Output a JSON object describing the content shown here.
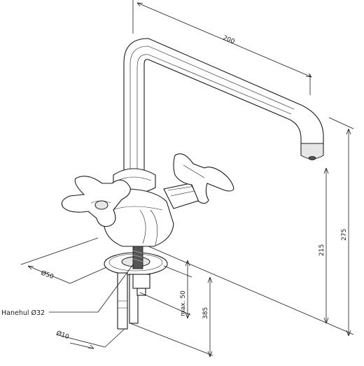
{
  "dimensions": {
    "spout_reach": "200",
    "total_height": "275",
    "spout_height": "215",
    "max_thickness": "max. 50",
    "tail_length": "385",
    "flange_dia": "Ø50",
    "hole_label": "Hanehul Ø32",
    "pipe_dia": "Ø10"
  }
}
